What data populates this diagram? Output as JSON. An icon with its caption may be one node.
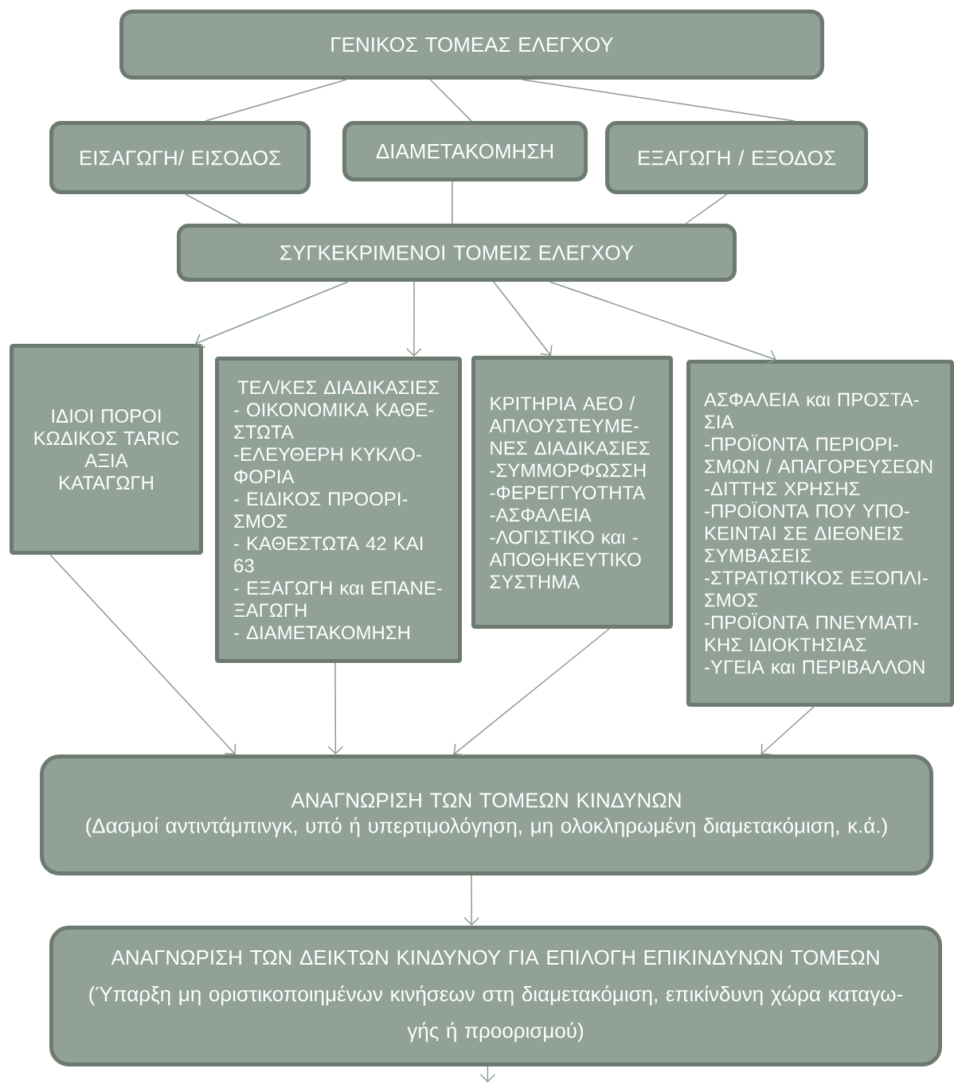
{
  "diagram": {
    "nodes": [
      {
        "text": [
          "ΓΕΝΙΚΟΣ ΤΟΜΕΑΣ ΕΛΕΓΧΟΥ"
        ]
      },
      {
        "text": [
          "ΕΙΣΑΓΩΓΗ/ ΕΙΣΟΔΟΣ"
        ]
      },
      {
        "text": [
          "ΔΙΑΜΕΤΑΚΟΜΗΣΗ"
        ]
      },
      {
        "text": [
          "ΕΞΑΓΩΓΗ / ΕΞΟΔΟΣ"
        ]
      },
      {
        "text": [
          "ΣΥΓΚΕΚΡΙΜΕΝΟΙ ΤΟΜΕΙΣ ΕΛΕΓΧΟΥ"
        ]
      },
      {
        "text": [
          "ΙΔΙΟΙ ΠΟΡΟΙ",
          "ΚΩΔΙΚΟΣ TARIC",
          "ΑΞΙΑ",
          "ΚΑΤΑΓΩΓΗ"
        ]
      },
      {
        "text": [
          "ΤΕΛ/ΚΕΣ ΔΙΑΔΙΚΑΣΙΕΣ",
          "- ΟΙΚΟΝΟΜΙΚΑ ΚΑΘΕ- ΣΤΩΤΑ",
          "-ΕΛΕΥΘΕΡΗ ΚΥΚΛΟ- ΦΟΡΙΑ",
          "- ΕΙΔΙΚΟΣ ΠΡΟΟΡΙ- ΣΜΟΣ",
          "- ΚΑΘΕΣΤΩΤΑ 42 ΚΑΙ 63",
          "- ΕΞΑΓΩΓΗ και ΕΠΑΝΕ- ΞΑΓΩΓΗ",
          "- ΔΙΑΜΕΤΑΚΟΜΗΣΗ"
        ]
      },
      {
        "text": [
          "ΚΡΙΤΗΡΙΑ ΑΕΟ / ΑΠΛΟΥΣΤΕΥΜΕ- ΝΕΣ ΔΙΑΔΙΚΑΣΙΕΣ",
          "-ΣΥΜΜΟΡΦΩΣΣΗ",
          "-ΦΕΡΕΓΓΥΟΤΗΤΑ",
          "-ΑΣΦΑΛΕΙΑ",
          "-ΛΟΓΙΣΤΙΚΟ και - ΑΠΟΘΗΚΕΥΤΙΚΟ ΣΥΣΤΗΜΑ"
        ]
      },
      {
        "text": [
          "ΑΣΦΑΛΕΙΑ και ΠΡΟΣΤΑ- ΣΙΑ",
          "-ΠΡΟΪΟΝΤΑ ΠΕΡΙΟΡΙ- ΣΜΩΝ / ΑΠΑΓΟΡΕΥΣΕΩΝ",
          "-ΔΙΤΤΗΣ ΧΡΗΣΗΣ",
          "-ΠΡΟΪΟΝΤΑ ΠΟΥ ΥΠΟ- ΚΕΙΝΤΑΙ ΣΕ ΔΙΕΘΝΕΙΣ ΣΥΜΒΑΣΕΙΣ",
          "-ΣΤΡΑΤΙΩΤΙΚΟΣ ΕΞΟΠΛΙ- ΣΜΟΣ",
          "-ΠΡΟΪΟΝΤΑ ΠΝΕΥΜΑΤΙ- ΚΗΣ ΙΔΙΟΚΤΗΣΙΑΣ",
          "-ΥΓΕΙΑ και ΠΕΡΙΒΑΛΛΟΝ"
        ]
      },
      {
        "text": [
          "ΑΝΑΓΝΩΡΙΣΗ ΤΩΝ ΤΟΜΕΩΝ ΚΙΝΔΥΝΩΝ",
          "(Δασμοί αντιντάμπινγκ, υπό ή υπερτιμολόγηση, μη ολοκληρωμένη διαμετακόμιση, κ.ά.)"
        ]
      },
      {
        "text": [
          "ΑΝΑΓΝΩΡΙΣΗ ΤΩΝ ΔΕΙΚΤΩΝ ΚΙΝΔΥΝΟΥ ΓΙΑ ΕΠΙΛΟΓΗ ΕΠΙΚΙΝΔΥΝΩΝ ΤΟΜΕΩΝ",
          "(Ύπαρξη μη οριστικοποιημένων κινήσεων στη διαμετακόμιση, επικίνδυνη χώρα καταγω- γής ή προορισμού)"
        ]
      }
    ],
    "edges": [
      {
        "from": 0,
        "to": 1,
        "arrow": "none"
      },
      {
        "from": 0,
        "to": 2,
        "arrow": "none"
      },
      {
        "from": 0,
        "to": 3,
        "arrow": "none"
      },
      {
        "from": 1,
        "to": 4,
        "arrow": "none"
      },
      {
        "from": 2,
        "to": 4,
        "arrow": "none"
      },
      {
        "from": 3,
        "to": 4,
        "arrow": "none"
      },
      {
        "from": 4,
        "to": 5,
        "arrow": "to"
      },
      {
        "from": 4,
        "to": 6,
        "arrow": "to"
      },
      {
        "from": 4,
        "to": 7,
        "arrow": "to"
      },
      {
        "from": 4,
        "to": 8,
        "arrow": "to"
      },
      {
        "from": 5,
        "to": 9,
        "arrow": "to"
      },
      {
        "from": 6,
        "to": 9,
        "arrow": "to"
      },
      {
        "from": 7,
        "to": 9,
        "arrow": "to"
      },
      {
        "from": 8,
        "to": 9,
        "arrow": "to"
      },
      {
        "from": 9,
        "to": 10,
        "arrow": "to"
      },
      {
        "from": 10,
        "to": null,
        "arrow": "to"
      }
    ]
  }
}
